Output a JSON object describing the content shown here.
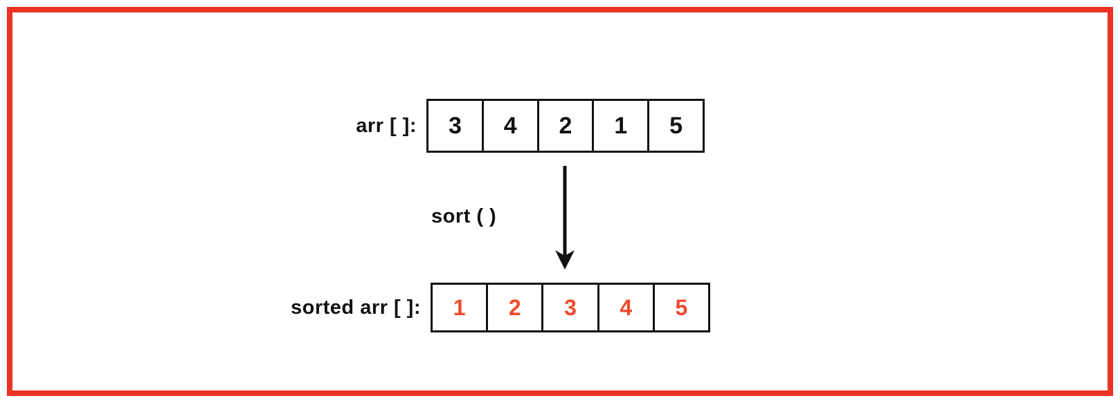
{
  "diagram": {
    "frame_color": "#ea3323",
    "background_color": "#ffffff",
    "line_color": "#111111",
    "accent_color": "#ef4a2e",
    "unsorted": {
      "label": "arr [ ]:",
      "values": [
        "3",
        "4",
        "2",
        "1",
        "5"
      ]
    },
    "operation": {
      "label": "sort ( )",
      "arrow_direction": "down"
    },
    "sorted": {
      "label": "sorted arr [ ]:",
      "values": [
        "1",
        "2",
        "3",
        "4",
        "5"
      ]
    }
  }
}
